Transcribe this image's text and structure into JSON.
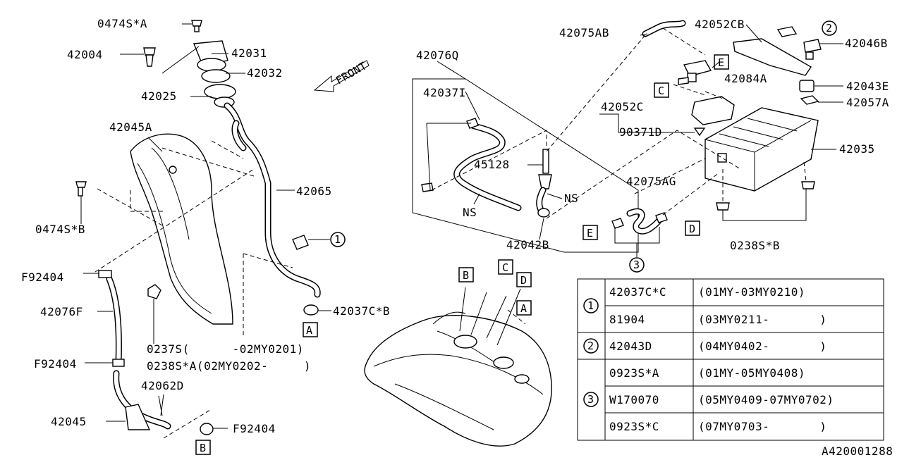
{
  "diagram_id": "A420001288",
  "front_label": "FRONT",
  "part_labels": {
    "p0474S_A": "0474S*A",
    "p42004": "42004",
    "p42031": "42031",
    "p42032": "42032",
    "p42025": "42025",
    "p42045A": "42045A",
    "p42065": "42065",
    "p0474S_B": "0474S*B",
    "pF92404_1": "F92404",
    "p42076F": "42076F",
    "pF92404_2": "F92404",
    "p42062D": "42062D",
    "p42045": "42045",
    "pF92404_3": "F92404",
    "p0237S": "0237S(      -02MY0201)",
    "p0238S_A": "0238S*A(02MY0202-     )",
    "p42037C_B": "42037C*B",
    "p42076Q": "42076Q",
    "p42037I": "42037I",
    "p45128": "45128",
    "pNS1": "NS",
    "pNS2": "NS",
    "p42042B": "42042B",
    "p42075AB": "42075AB",
    "p42052CB": "42052CB",
    "p42046B": "42046B",
    "p42084A": "42084A",
    "p42043E": "42043E",
    "p42057A": "42057A",
    "p42052C": "42052C",
    "p90371D": "90371D",
    "p42035": "42035",
    "p42075AG": "42075AG",
    "p0238S_B": "0238S*B"
  },
  "callouts": {
    "A": "A",
    "B": "B",
    "C": "C",
    "D": "D",
    "E": "E",
    "n1": "1",
    "n2": "2",
    "n3": "3"
  },
  "table": {
    "rows": [
      {
        "ref": "1",
        "part": "42037C*C",
        "applicability": "(01MY-03MY0210)"
      },
      {
        "ref": "",
        "part": "81904",
        "applicability": "(03MY0211-       )"
      },
      {
        "ref": "2",
        "part": "42043D",
        "applicability": "(04MY0402-       )"
      },
      {
        "ref": "3",
        "part": "0923S*A",
        "applicability": "(01MY-05MY0408)"
      },
      {
        "ref": "",
        "part": "W170070",
        "applicability": "(05MY0409-07MY0702)"
      },
      {
        "ref": "",
        "part": "0923S*C",
        "applicability": "(07MY0703-       )"
      }
    ]
  }
}
